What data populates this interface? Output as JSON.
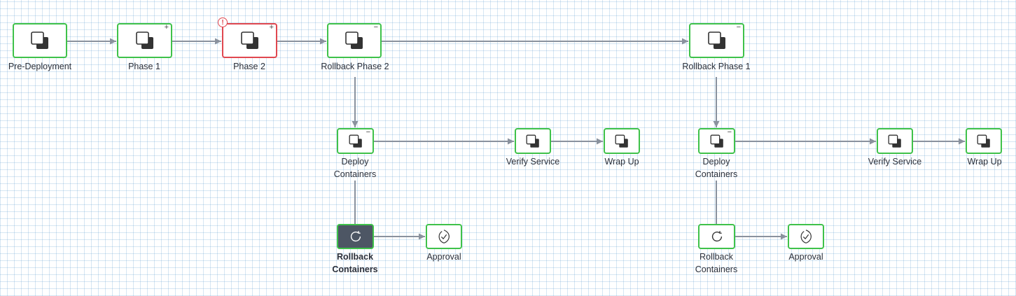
{
  "nodes": {
    "pre_deployment": {
      "label": "Pre-Deployment"
    },
    "phase1": {
      "label": "Phase 1",
      "toggle": "+"
    },
    "phase2": {
      "label": "Phase 2",
      "toggle": "+",
      "badge": "!"
    },
    "rollback_phase2": {
      "label": "Rollback Phase 2",
      "toggle": "−"
    },
    "rollback_phase1": {
      "label": "Rollback Phase 1",
      "toggle": "−"
    },
    "deploy_containers_a": {
      "label": "Deploy Containers",
      "toggle": "−"
    },
    "verify_service_a": {
      "label": "Verify Service"
    },
    "wrap_up_a": {
      "label": "Wrap Up"
    },
    "rollback_containers_a": {
      "label": "Rollback Containers"
    },
    "approval_a": {
      "label": "Approval"
    },
    "deploy_containers_b": {
      "label": "Deploy Containers",
      "toggle": "−"
    },
    "verify_service_b": {
      "label": "Verify Service"
    },
    "wrap_up_b": {
      "label": "Wrap Up"
    },
    "rollback_containers_b": {
      "label": "Rollback Containers"
    },
    "approval_b": {
      "label": "Approval"
    }
  },
  "colors": {
    "node_border": "#3fc24a",
    "node_error_border": "#e0474f",
    "node_selected_fill": "#4d5664",
    "edge": "#8a929e"
  },
  "icons": {
    "phase": "copy-squares-icon",
    "rollback": "rotate-icon",
    "approval": "approval-check-icon"
  }
}
